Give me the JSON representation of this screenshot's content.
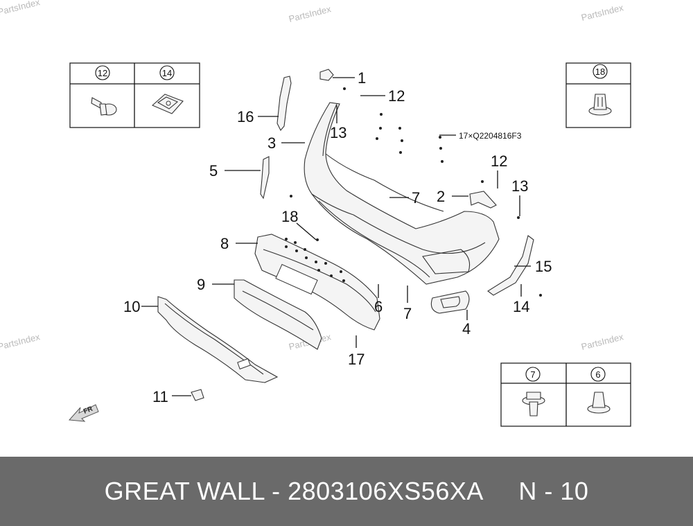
{
  "watermark": "PartsIndex",
  "footer": {
    "text": "GREAT WALL - 2803106XS56XA     N - 10"
  },
  "callouts": [
    "1",
    "12",
    "16",
    "13",
    "3",
    "5",
    "17×Q2204816F3",
    "12",
    "2",
    "7",
    "13",
    "18",
    "8",
    "15",
    "9",
    "6",
    "7",
    "14",
    "10",
    "4",
    "17",
    "11"
  ],
  "inset_left": {
    "cells": [
      {
        "number": "12",
        "icon": "push-rivet-clip-icon"
      },
      {
        "number": "14",
        "icon": "u-nut-clip-icon"
      }
    ]
  },
  "inset_right_top": {
    "cells": [
      {
        "number": "18",
        "icon": "push-clip-icon"
      }
    ]
  },
  "inset_right_bottom": {
    "cells": [
      {
        "number": "7",
        "icon": "flange-bolt-icon"
      },
      {
        "number": "6",
        "icon": "expansion-clip-icon"
      }
    ]
  },
  "direction_label": "FR"
}
